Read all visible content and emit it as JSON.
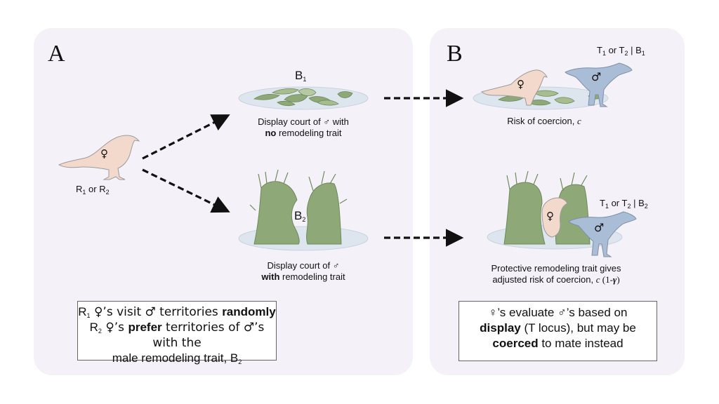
{
  "panel_a": {
    "letter": "A",
    "female_bird": {
      "symbol": "♀",
      "label_parts": [
        "R",
        "1",
        " or R",
        "2"
      ]
    },
    "court_b1": {
      "label": {
        "base": "B",
        "sub": "1"
      },
      "caption_line1": "Display court of ♂ with",
      "caption_bold": "no",
      "caption_line2_rest": " remodeling trait"
    },
    "court_b2": {
      "label": {
        "base": "B",
        "sub": "2"
      },
      "caption_line1": "Display court of ♂",
      "caption_bold": "with",
      "caption_line2_rest": " remodeling trait"
    },
    "info_box": {
      "line1": {
        "prefix": "R",
        "sub": "1",
        "text": " ♀’s visit ♂ territories ",
        "bold": "randomly"
      },
      "line2": {
        "prefix": "R",
        "sub": "2",
        "text_before": " ♀’s ",
        "bold": "prefer",
        "text_after": " territories of ♂’s with the"
      },
      "line3": {
        "text": "male remodeling trait, B",
        "sub": "2"
      }
    }
  },
  "panel_b": {
    "letter": "B",
    "scene_top": {
      "male_label": {
        "t1": "T",
        "t1_sub": "1",
        "mid": " or T",
        "t2_sub": "2",
        "bar": " | B",
        "b_sub": "1"
      },
      "female_symbol": "♀",
      "male_symbol": "♂",
      "caption_text": "Risk of coercion, ",
      "caption_var": "c"
    },
    "scene_bottom": {
      "male_label": {
        "t1": "T",
        "t1_sub": "1",
        "mid": " or T",
        "t2_sub": "2",
        "bar": " | B",
        "b_sub": "2"
      },
      "female_symbol": "♀",
      "male_symbol": "♂",
      "caption_line1": "Protective remodeling trait gives",
      "caption_line2_text": "adjusted risk of coercion, ",
      "caption_var": "c",
      "caption_formula": " (1-",
      "caption_gamma": "γ",
      "caption_close": ")"
    },
    "info_box": {
      "line1": "♀’s evaluate ♂’s based on",
      "line2_bold": "display",
      "line2_rest": " (T locus), but may be",
      "line3_bold": "coerced",
      "line3_rest": " to mate instead"
    }
  },
  "colors": {
    "panel_bg": "#f4f2f8",
    "female_bird": "#f2d9cb",
    "male_bird": "#a9bdd6",
    "vegetation": "#8fa878",
    "vegetation_light": "#b7c9a3",
    "court_disc": "#dde6ef",
    "arrow": "#111111"
  }
}
